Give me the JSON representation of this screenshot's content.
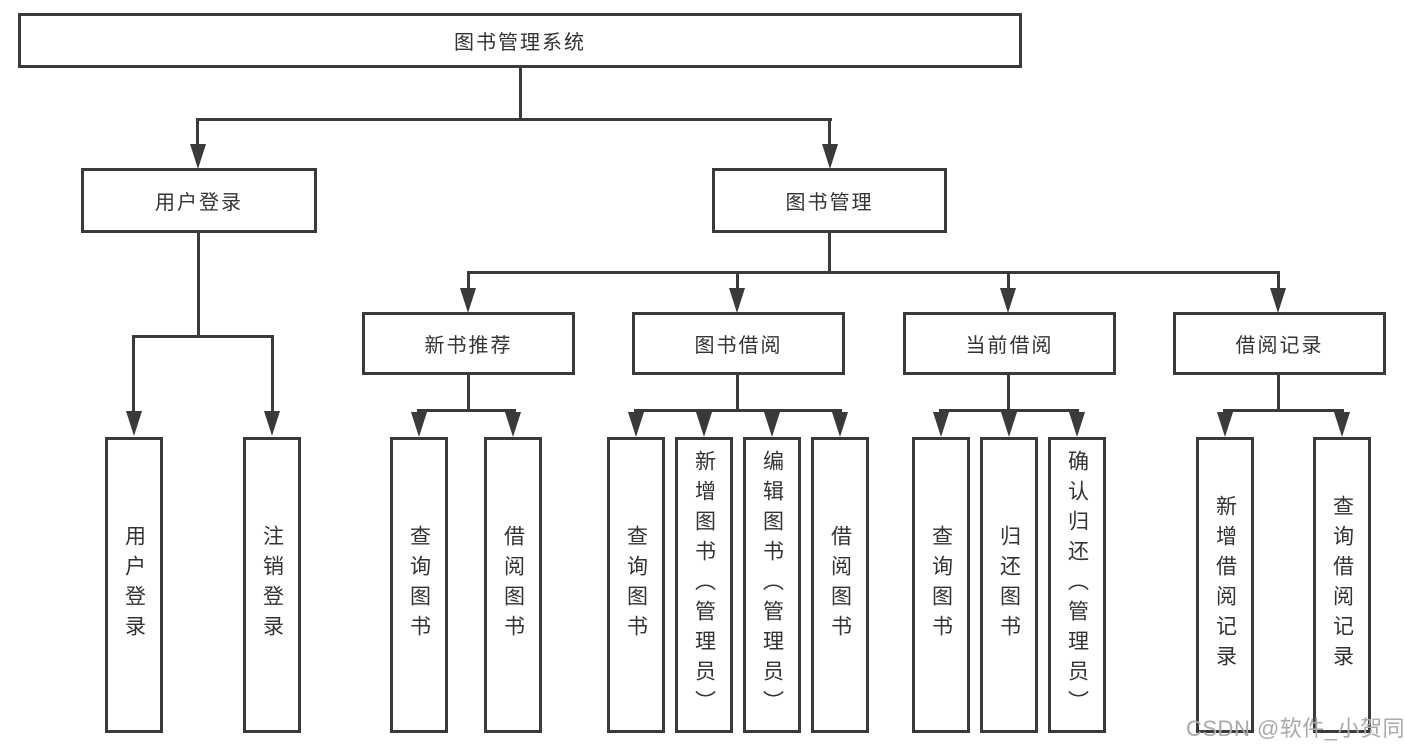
{
  "diagram_title": "图书管理系统",
  "tree": {
    "root": "图书管理系统",
    "children": [
      {
        "label": "用户登录",
        "children": [
          "用户登录",
          "注销登录"
        ]
      },
      {
        "label": "图书管理",
        "children": [
          {
            "label": "新书推荐",
            "children": [
              "查询图书",
              "借阅图书"
            ]
          },
          {
            "label": "图书借阅",
            "children": [
              "查询图书",
              "新增图书（管理员）",
              "编辑图书（管理员）",
              "借阅图书"
            ]
          },
          {
            "label": "当前借阅",
            "children": [
              "查询图书",
              "归还图书",
              "确认归还（管理员）"
            ]
          },
          {
            "label": "借阅记录",
            "children": [
              "新增借阅记录",
              "查询借阅记录"
            ]
          }
        ]
      }
    ]
  },
  "watermark": {
    "text": "CSDN @软件_小贺同学"
  },
  "colors": {
    "line": "#3a3a3a",
    "text": "#333333",
    "watermark": "#a9a9a9",
    "background": "#ffffff"
  }
}
